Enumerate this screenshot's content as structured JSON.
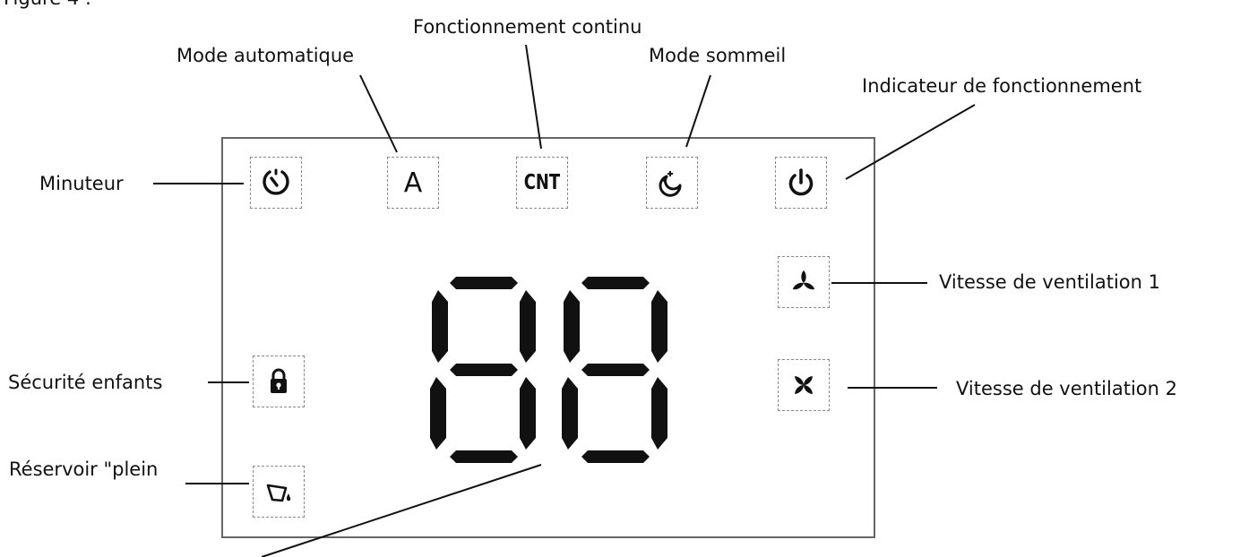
{
  "figure_title": "Figure 4 :",
  "labels": {
    "minuteur": "Minuteur",
    "mode_auto": "Mode automatique",
    "fonctionnement_continu": "Fonctionnement continu",
    "mode_sommeil": "Mode sommeil",
    "indicateur": "Indicateur de fonctionnement",
    "vitesse_1": "Vitesse de ventilation 1",
    "vitesse_2": "Vitesse de ventilation 2",
    "securite": "Sécurité enfants",
    "reservoir": "Réservoir \"plein"
  },
  "panel_symbols": {
    "auto": "A",
    "continuous": "CNT"
  },
  "display": {
    "digits": "88"
  },
  "icons": {
    "timer": "timer-icon",
    "auto": "auto-mode-icon",
    "continuous": "continuous-icon",
    "sleep": "sleep-moon-icon",
    "power": "power-icon",
    "fan_speed_1": "fan-speed-1-icon",
    "fan_speed_2": "fan-speed-2-icon",
    "child_lock": "padlock-icon",
    "tank_full": "bucket-icon"
  }
}
